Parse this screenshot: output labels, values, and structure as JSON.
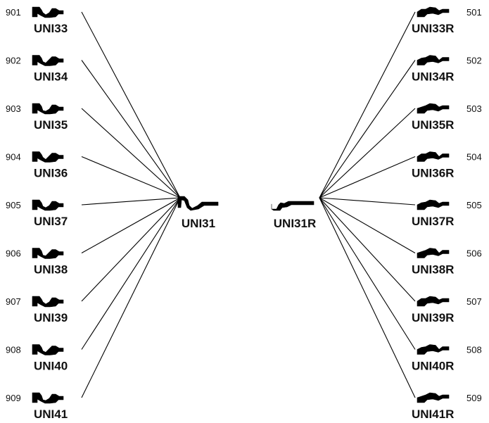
{
  "center_left": {
    "label": "UNI31"
  },
  "center_right": {
    "label": "UNI31R"
  },
  "left_items": [
    {
      "num": "901",
      "label": "UNI33"
    },
    {
      "num": "902",
      "label": "UNI34"
    },
    {
      "num": "903",
      "label": "UNI35"
    },
    {
      "num": "904",
      "label": "UNI36"
    },
    {
      "num": "905",
      "label": "UNI37"
    },
    {
      "num": "906",
      "label": "UNI38"
    },
    {
      "num": "907",
      "label": "UNI39"
    },
    {
      "num": "908",
      "label": "UNI40"
    },
    {
      "num": "909",
      "label": "UNI41"
    }
  ],
  "right_items": [
    {
      "num": "501",
      "label": "UNI33R"
    },
    {
      "num": "502",
      "label": "UNI34R"
    },
    {
      "num": "503",
      "label": "UNI35R"
    },
    {
      "num": "504",
      "label": "UNI36R"
    },
    {
      "num": "505",
      "label": "UNI37R"
    },
    {
      "num": "506",
      "label": "UNI38R"
    },
    {
      "num": "507",
      "label": "UNI39R"
    },
    {
      "num": "508",
      "label": "UNI40R"
    },
    {
      "num": "509",
      "label": "UNI41R"
    }
  ],
  "colors": {
    "ink": "#000000",
    "background": "#ffffff"
  },
  "icons": {
    "profile": "key-blank-profile-icon"
  }
}
